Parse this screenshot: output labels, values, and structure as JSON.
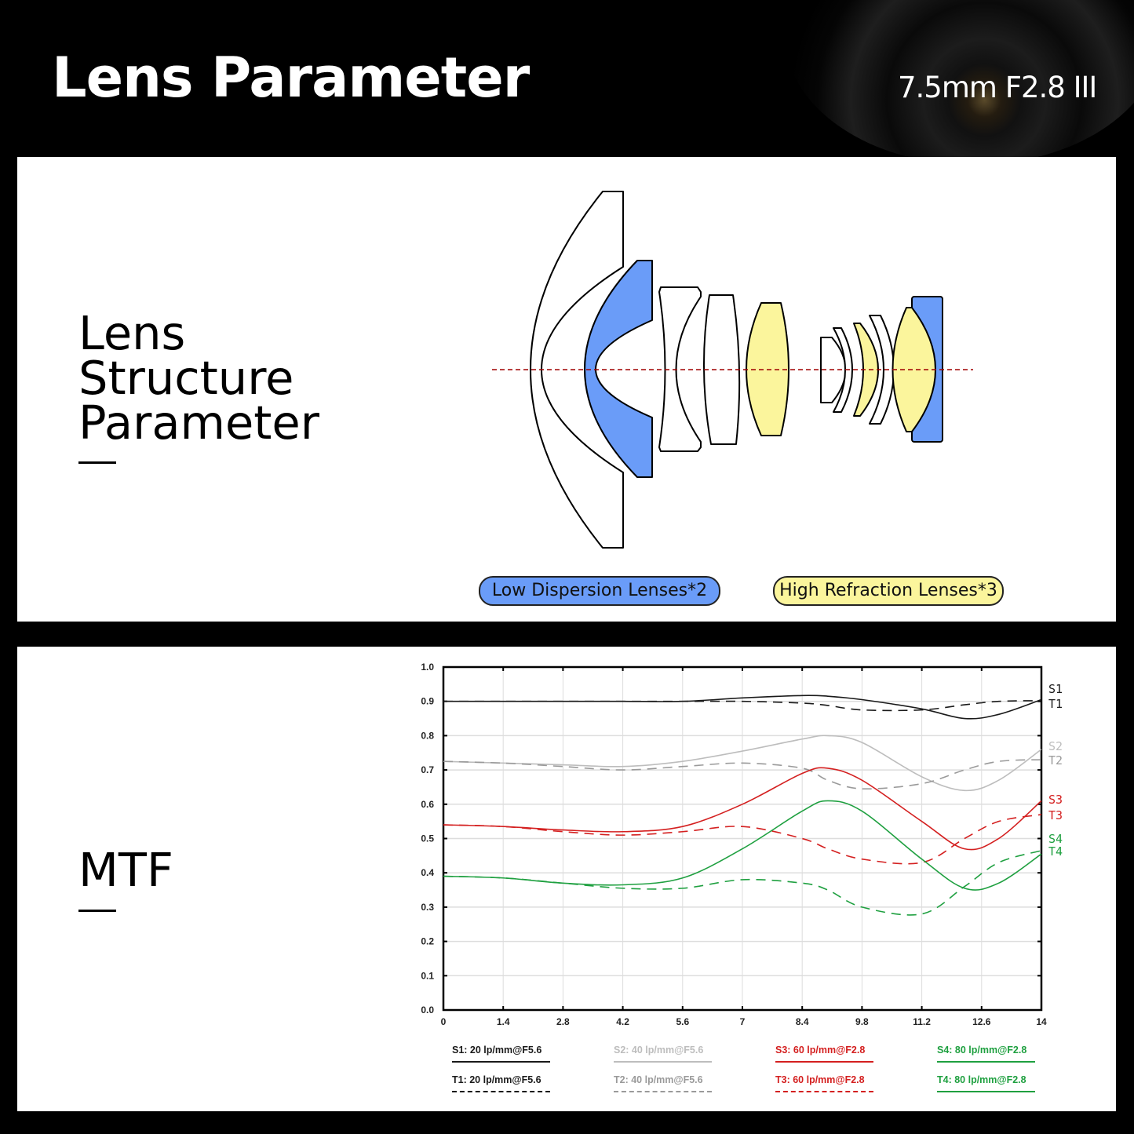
{
  "header": {
    "title": "Lens Parameter",
    "model": "7.5mm F2.8 III"
  },
  "structure": {
    "heading_lines": [
      "Lens",
      "Structure",
      "Parameter"
    ],
    "legend": {
      "low_dispersion": "Low Dispersion Lenses*2",
      "high_refraction": "High Refraction Lenses*3"
    },
    "colors": {
      "low_dispersion": "#6a9cf8",
      "high_refraction": "#fbf59c",
      "axis": "#a00000"
    }
  },
  "mtf": {
    "heading": "MTF"
  },
  "chart_data": {
    "type": "line",
    "title": "MTF",
    "xlabel": "",
    "ylabel": "",
    "xlim": [
      0,
      14
    ],
    "ylim": [
      0,
      1.0
    ],
    "grid": true,
    "xticks": [
      "0",
      "1.4",
      "2.8",
      "4.2",
      "5.6",
      "7",
      "8.4",
      "9.8",
      "11.2",
      "12.6",
      "14"
    ],
    "yticks": [
      "0.0",
      "0.1",
      "0.2",
      "0.3",
      "0.4",
      "0.5",
      "0.6",
      "0.7",
      "0.8",
      "0.9",
      "1.0"
    ],
    "x": [
      0,
      1.4,
      2.8,
      4.2,
      5.6,
      7,
      8.4,
      9,
      9.8,
      11.2,
      12.2,
      13,
      14
    ],
    "series": [
      {
        "name": "S1",
        "label": "S1: 20 lp/mm@F5.6",
        "color": "#1a1a1a",
        "dashed": false,
        "values": [
          0.9,
          0.9,
          0.9,
          0.9,
          0.9,
          0.91,
          0.917,
          0.915,
          0.905,
          0.878,
          0.85,
          0.862,
          0.905
        ]
      },
      {
        "name": "T1",
        "label": "T1: 20 lp/mm@F5.6",
        "color": "#1a1a1a",
        "dashed": true,
        "values": [
          0.9,
          0.9,
          0.9,
          0.9,
          0.9,
          0.9,
          0.895,
          0.888,
          0.875,
          0.875,
          0.89,
          0.9,
          0.902
        ]
      },
      {
        "name": "S2",
        "label": "S2: 40 lp/mm@F5.6",
        "color": "#bdbdbd",
        "dashed": false,
        "values": [
          0.725,
          0.72,
          0.715,
          0.71,
          0.725,
          0.755,
          0.79,
          0.8,
          0.78,
          0.68,
          0.64,
          0.67,
          0.76
        ]
      },
      {
        "name": "T2",
        "label": "T2: 40 lp/mm@F5.6",
        "color": "#9a9a9a",
        "dashed": true,
        "values": [
          0.725,
          0.72,
          0.71,
          0.7,
          0.71,
          0.72,
          0.705,
          0.67,
          0.645,
          0.66,
          0.7,
          0.725,
          0.73
        ]
      },
      {
        "name": "S3",
        "label": "S3: 60 lp/mm@F2.8",
        "color": "#d42020",
        "dashed": false,
        "values": [
          0.54,
          0.535,
          0.525,
          0.52,
          0.535,
          0.6,
          0.69,
          0.705,
          0.67,
          0.55,
          0.47,
          0.5,
          0.61
        ]
      },
      {
        "name": "T3",
        "label": "T3: 60 lp/mm@F2.8",
        "color": "#d42020",
        "dashed": true,
        "values": [
          0.54,
          0.535,
          0.52,
          0.51,
          0.52,
          0.535,
          0.5,
          0.47,
          0.44,
          0.43,
          0.5,
          0.55,
          0.57
        ]
      },
      {
        "name": "S4",
        "label": "S4: 80 lp/mm@F2.8",
        "color": "#1fa040",
        "dashed": false,
        "values": [
          0.39,
          0.385,
          0.37,
          0.365,
          0.385,
          0.47,
          0.58,
          0.61,
          0.58,
          0.44,
          0.355,
          0.37,
          0.455
        ]
      },
      {
        "name": "T4",
        "label": "T4: 80 lp/mm@F2.8",
        "color": "#1fa040",
        "dashed": true,
        "values": [
          0.39,
          0.385,
          0.37,
          0.355,
          0.355,
          0.38,
          0.37,
          0.35,
          0.3,
          0.28,
          0.36,
          0.43,
          0.465
        ]
      }
    ]
  }
}
